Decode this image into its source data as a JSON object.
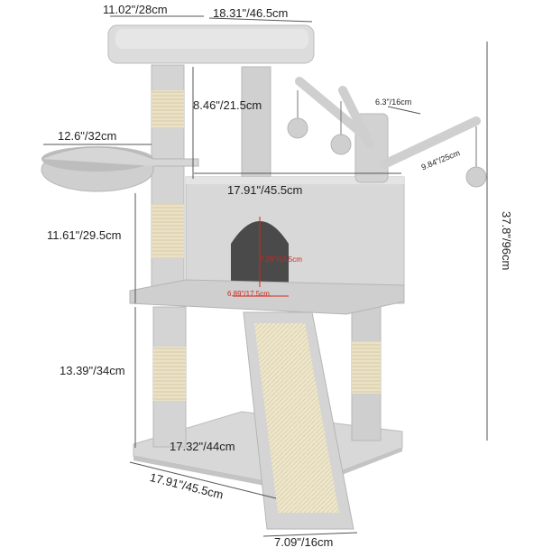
{
  "product": "cat tree",
  "colors": {
    "plush": "#d9d9d9",
    "plush_shadow": "#b8b8b8",
    "sisal": "#e9e0c4",
    "accent_red": "#d4241c",
    "dim_line": "#555555"
  },
  "dimensions": {
    "top_perch_depth": "11.02\"/28cm",
    "top_perch_width": "18.31\"/46.5cm",
    "basket_width": "12.6\"/32cm",
    "upper_post_height": "8.46\"/21.5cm",
    "toy_arm_short": "6.3\"/16cm",
    "toy_arm_long": "9.84\"/25cm",
    "total_height": "37.8\"/96cm",
    "condo_width": "17.91\"/45.5cm",
    "middle_post_height": "11.61\"/29.5cm",
    "entrance_height": "7.28\"/18.5cm",
    "entrance_width": "6.89\"/17.5cm",
    "lower_post_height": "13.39\"/34cm",
    "base_depth": "17.32\"/44cm",
    "base_width": "17.91\"/45.5cm",
    "ramp_width": "7.09\"/16cm"
  }
}
